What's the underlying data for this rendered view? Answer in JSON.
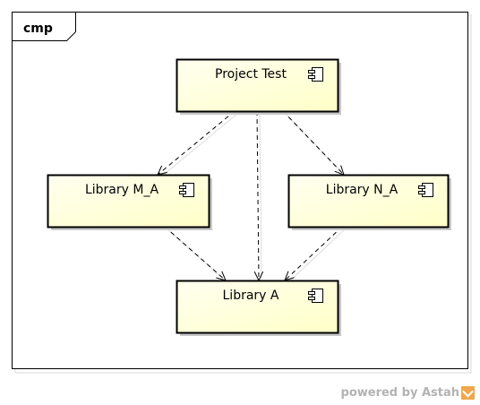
{
  "frame": {
    "label": "cmp"
  },
  "components": [
    {
      "id": "project-test",
      "label": "Project Test"
    },
    {
      "id": "library-m-a",
      "label": "Library M_A"
    },
    {
      "id": "library-n-a",
      "label": "Library N_A"
    },
    {
      "id": "library-a",
      "label": "Library A"
    }
  ],
  "dependencies": [
    {
      "from": "project-test",
      "to": "library-m-a"
    },
    {
      "from": "project-test",
      "to": "library-n-a"
    },
    {
      "from": "project-test",
      "to": "library-a"
    },
    {
      "from": "library-m-a",
      "to": "library-a"
    },
    {
      "from": "library-n-a",
      "to": "library-a"
    }
  ],
  "footer": {
    "text": "powered by Astah",
    "logo_icon": "astah-logo-icon"
  },
  "colors": {
    "component_fill_start": "#fffff0",
    "component_fill_end": "#ffffc8",
    "shadow": "#c8c8c8",
    "line": "#000000"
  }
}
